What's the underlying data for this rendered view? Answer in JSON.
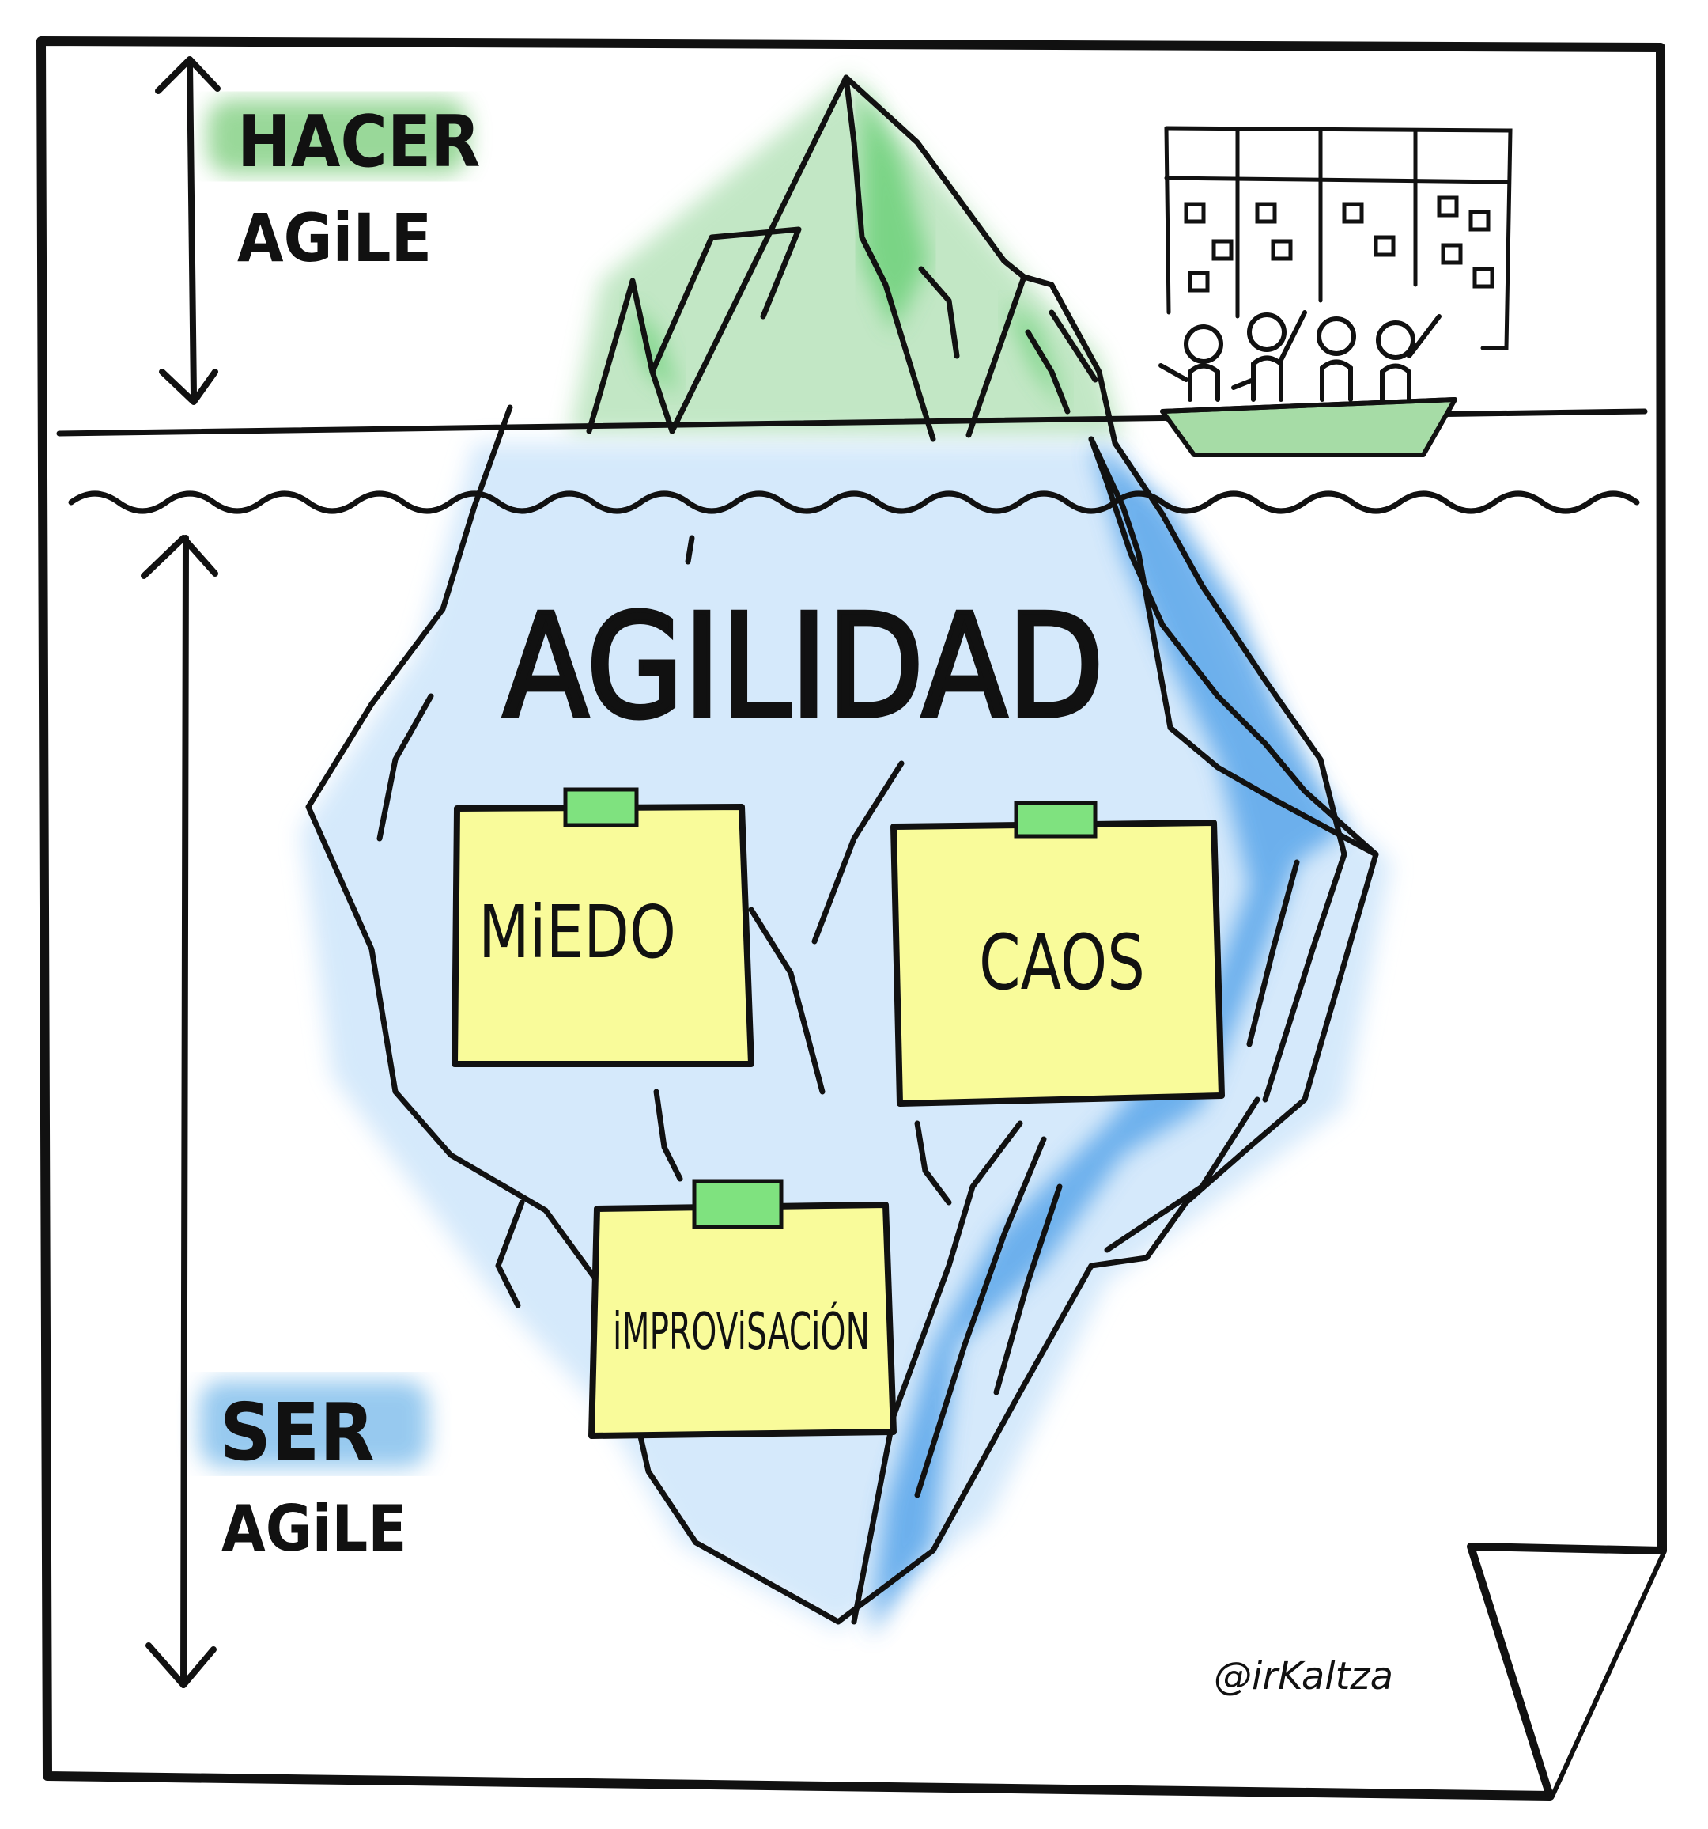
{
  "top_section": {
    "highlight_word": "HACER",
    "second_word": "AGiLE",
    "highlight_color": "#8fd48f"
  },
  "bottom_section": {
    "highlight_word": "SER",
    "second_word": "AGiLE",
    "highlight_color": "#8cc4ee"
  },
  "iceberg": {
    "title": "AGILIDAD",
    "tip_color": "#bfe6c2",
    "body_color": "#d3e8fb",
    "stream_color": "#5aa6ea"
  },
  "notes": [
    {
      "label": "MiEDO"
    },
    {
      "label": "CAOS"
    },
    {
      "label": "iMPROViSACiÓN"
    }
  ],
  "note_color": "#f9fb9a",
  "tape_color": "#7fe27f",
  "signature": "@irKaltza",
  "icons": [
    "up-down-arrow-icon",
    "kanban-board-icon",
    "boat-icon",
    "people-icon"
  ]
}
